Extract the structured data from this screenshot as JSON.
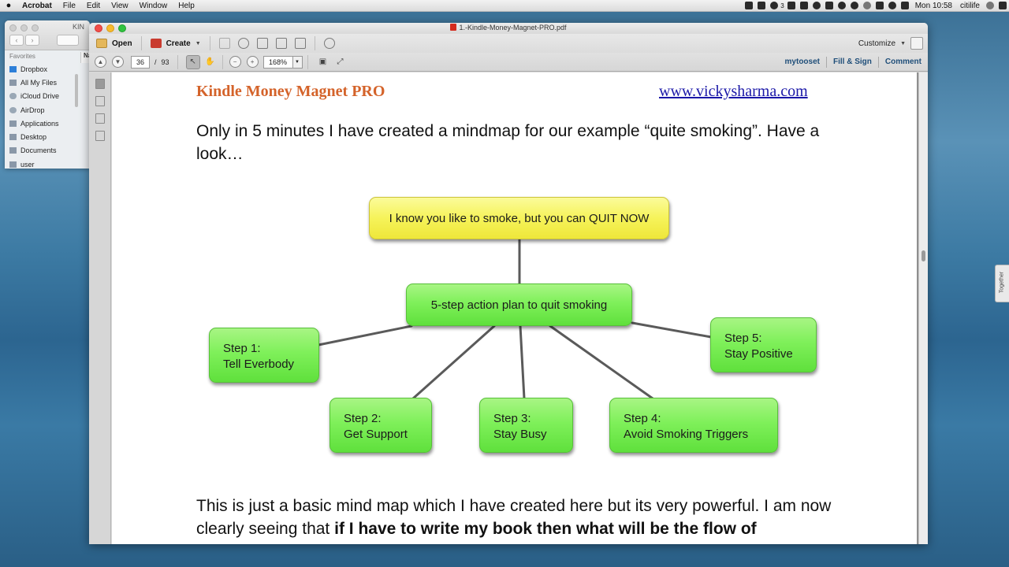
{
  "menubar": {
    "apple": "",
    "app_name": "Acrobat",
    "menus": [
      "File",
      "Edit",
      "View",
      "Window",
      "Help"
    ],
    "clock": "Mon 10:58",
    "user": "citilife",
    "badge": "3"
  },
  "finder": {
    "title": "KIN",
    "column_header": "Nar",
    "favorites_label": "Favorites",
    "items": [
      "Dropbox",
      "All My Files",
      "iCloud Drive",
      "AirDrop",
      "Applications",
      "Desktop",
      "Documents",
      "user"
    ]
  },
  "window": {
    "title": "1.-Kindle-Money-Magnet-PRO.pdf"
  },
  "toolbar": {
    "open_label": "Open",
    "create_label": "Create",
    "customize_label": "Customize"
  },
  "nav": {
    "current_page": "36",
    "page_sep": "/",
    "total_pages": "93",
    "zoom": "168%",
    "links": [
      "mytooset",
      "Fill & Sign",
      "Comment"
    ]
  },
  "document": {
    "header_title": "Kindle Money Magnet PRO",
    "header_url": "www.vickysharma.com",
    "para1": "Only in 5 minutes I have created a mindmap for our example “quite smoking”. Have a look…",
    "para2_plain": "This is just a basic mind map which I have created here but its very powerful. I am now clearly seeing that ",
    "para2_bold": "if I have to write my book then what will be the flow of"
  },
  "mindmap": {
    "root": "I know you like to smoke, but you can QUIT NOW",
    "center": "5-step action plan to quit smoking",
    "steps": [
      {
        "label": "Step 1:",
        "text": "Tell Everbody"
      },
      {
        "label": "Step 2:",
        "text": "Get Support"
      },
      {
        "label": "Step 3:",
        "text": "Stay Busy"
      },
      {
        "label": "Step 4:",
        "text": "Avoid Smoking Triggers"
      },
      {
        "label": "Step 5:",
        "text": "Stay Positive"
      }
    ]
  },
  "side_tab": "Together"
}
